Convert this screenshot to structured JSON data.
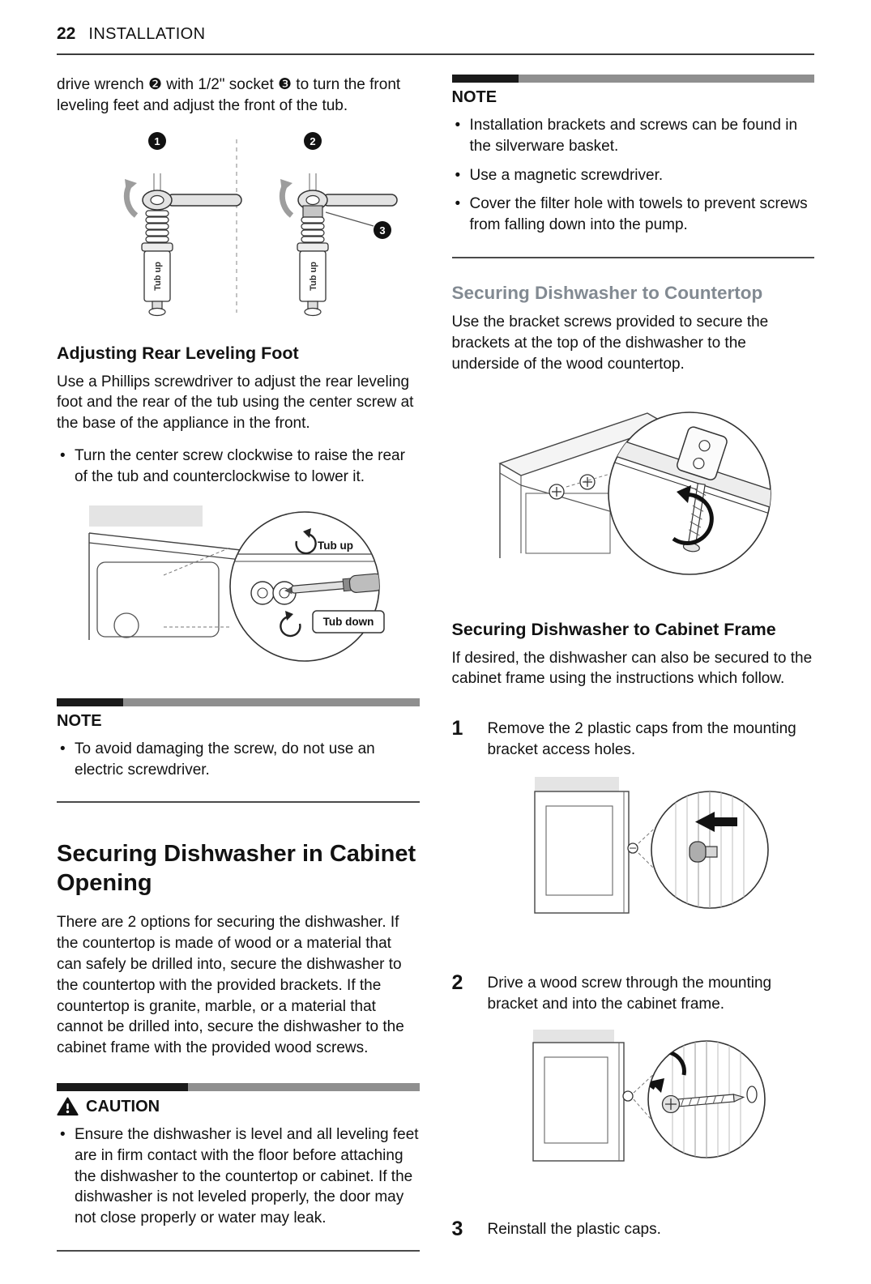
{
  "page_header": {
    "number": "22",
    "section": "INSTALLATION"
  },
  "left": {
    "intro": "drive wrench ❷ with 1/2\" socket ❸ to turn the front leveling feet and adjust the front of the tub.",
    "fig_front_feet": {
      "badge1": "1",
      "badge2": "2",
      "badge3": "3",
      "tub_up": "Tub up"
    },
    "adjusting_heading": "Adjusting Rear Leveling Foot",
    "adjusting_body": "Use a Phillips screwdriver to adjust the rear leveling foot and the rear of the tub using the center screw at the base of the appliance in the front.",
    "adjusting_bullet": "Turn the center screw clockwise to raise the rear of the tub and counterclockwise to lower it.",
    "fig_rear_foot": {
      "tub_up": "Tub up",
      "tub_down": "Tub down"
    },
    "note": {
      "label": "NOTE",
      "items": [
        "To avoid damaging the screw, do not use an electric screwdriver."
      ]
    },
    "securing_heading": "Securing Dishwasher in Cabinet Opening",
    "securing_body": "There are 2 options for securing the dishwasher. If the countertop is made of wood or a material that can safely be drilled into, secure the dishwasher to the countertop with the provided brackets. If the countertop is granite, marble, or a material that cannot be drilled into, secure the dishwasher to the cabinet frame with the provided wood screws.",
    "caution": {
      "label": "CAUTION",
      "items": [
        "Ensure the dishwasher is level and all leveling feet are in firm contact with the floor before attaching the dishwasher to the countertop or cabinet. If the dishwasher is not leveled properly, the door may not close properly or water may leak."
      ]
    }
  },
  "right": {
    "note": {
      "label": "NOTE",
      "items": [
        "Installation brackets and screws can be found in the silverware basket.",
        "Use a magnetic screwdriver.",
        "Cover the filter hole with towels to prevent screws from falling down into the pump."
      ]
    },
    "countertop_heading": "Securing Dishwasher to Countertop",
    "countertop_body": "Use the bracket screws provided to secure the brackets at the top of the dishwasher to the underside of the wood countertop.",
    "cabinet_heading": "Securing Dishwasher to Cabinet Frame",
    "cabinet_body": "If desired, the dishwasher can also be secured to the cabinet frame using the instructions which follow.",
    "steps": [
      {
        "num": "1",
        "text": "Remove the 2 plastic caps from the mounting bracket access holes."
      },
      {
        "num": "2",
        "text": "Drive a wood screw through the mounting bracket and into the cabinet frame."
      },
      {
        "num": "3",
        "text": "Reinstall the plastic caps."
      }
    ]
  },
  "colors": {
    "bar_black": "#1a1a1a",
    "bar_gray": "#8f8f8f",
    "heading_gray": "#828a92",
    "rule": "#4a4a4a"
  }
}
